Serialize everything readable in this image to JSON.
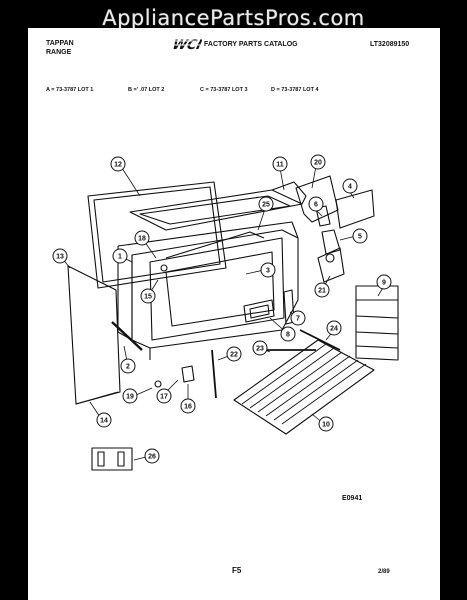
{
  "watermark": "AppliancePartsPros.com",
  "header": {
    "brand_line1": "TAPPAN",
    "brand_line2": "RANGE",
    "logo": "WCI",
    "catalog_title": "FACTORY PARTS CATALOG",
    "catalog_number": "LT32089150"
  },
  "lots": {
    "a": "A = 73-3787 LOT 1",
    "b": "B =' .07 LOT 2",
    "c": "C = 73-3787 LOT 3",
    "d": "D = 73-3787 LOT 4"
  },
  "callouts": [
    "1",
    "2",
    "3",
    "4",
    "5",
    "6",
    "7",
    "8",
    "9",
    "10",
    "11",
    "12",
    "13",
    "14",
    "15",
    "16",
    "17",
    "18",
    "19",
    "20",
    "21",
    "22",
    "23",
    "24",
    "25",
    "26"
  ],
  "diagram_code": "E0941",
  "page_number": "F5",
  "date_code": "2/89"
}
